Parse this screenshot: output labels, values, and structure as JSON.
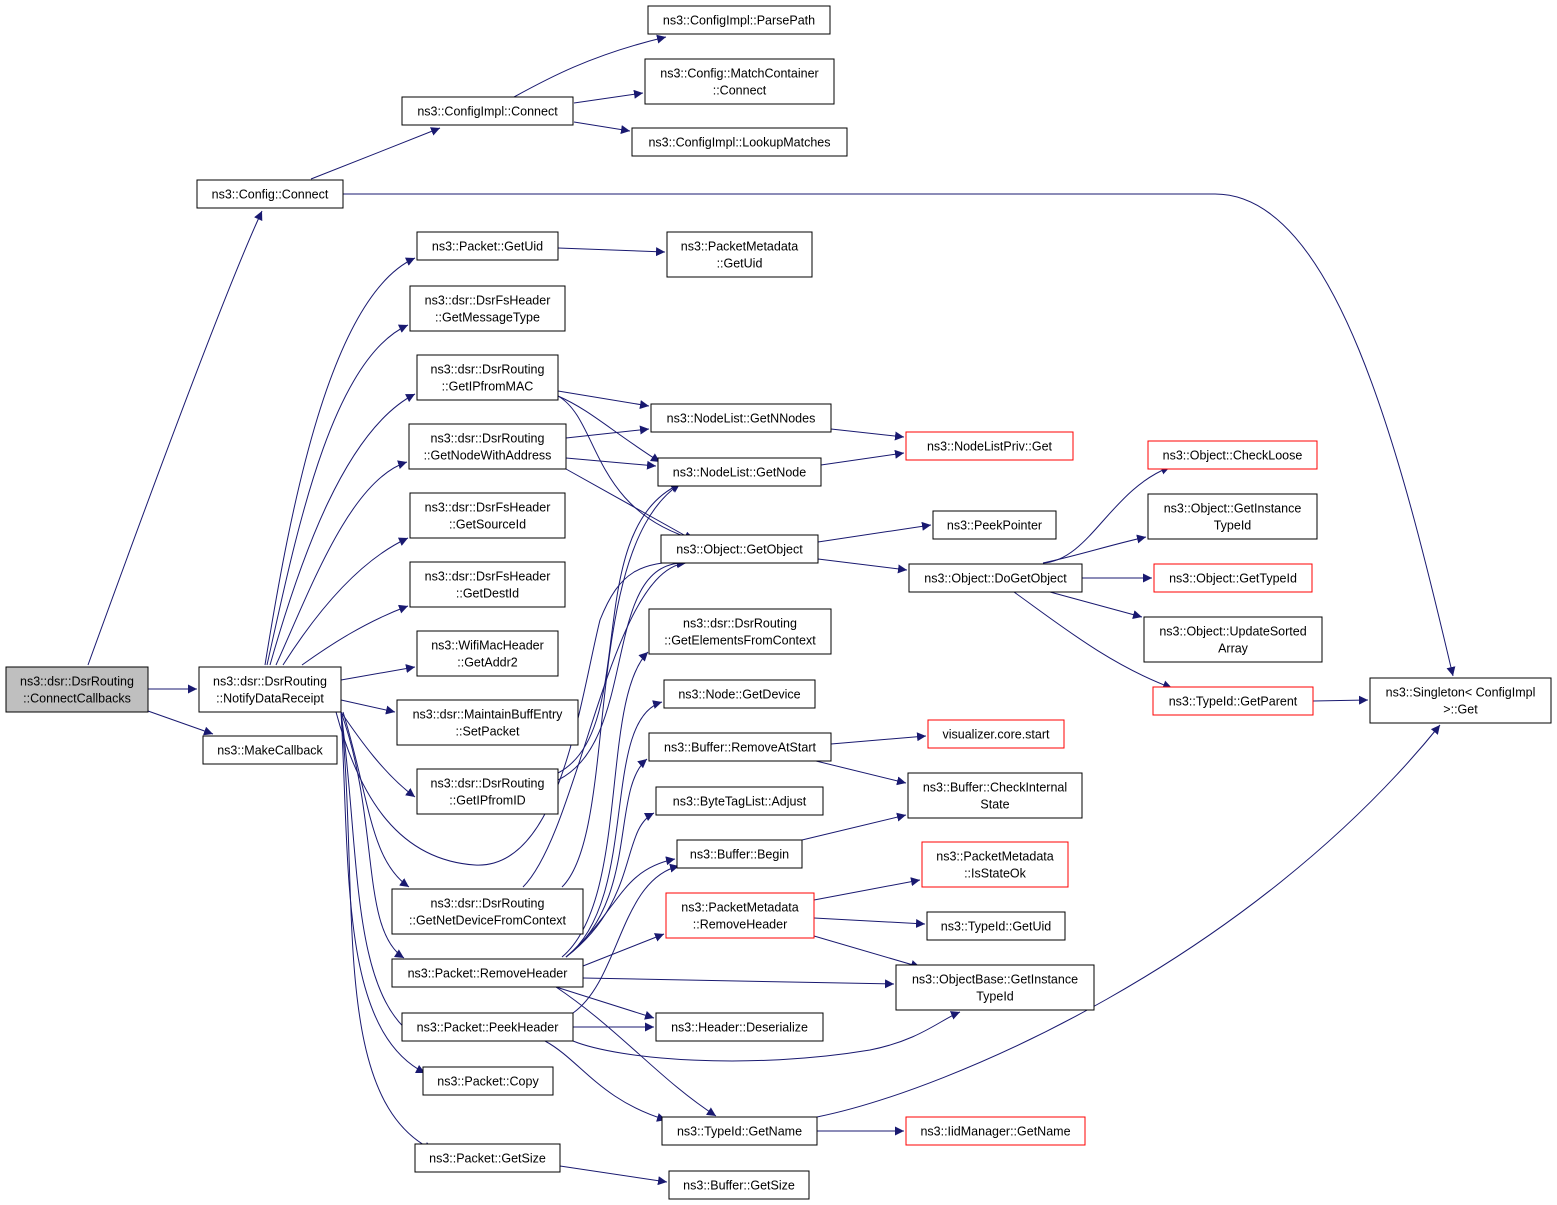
{
  "colors": {
    "edge": "#191970",
    "border_normal": "#000000",
    "border_truncated": "#ff0000",
    "root_fill": "#bfbfbf",
    "node_fill": "#ffffff",
    "background": "#ffffff"
  },
  "nodes": {
    "root": {
      "lines": [
        "ns3::dsr::DsrRouting",
        "::ConnectCallbacks"
      ],
      "type": "root"
    },
    "cfg_connect": {
      "lines": [
        "ns3::Config::Connect"
      ],
      "type": "normal"
    },
    "notify": {
      "lines": [
        "ns3::dsr::DsrRouting",
        "::NotifyDataReceipt"
      ],
      "type": "normal"
    },
    "makecb": {
      "lines": [
        "ns3::MakeCallback"
      ],
      "type": "normal"
    },
    "cfgimpl_connect": {
      "lines": [
        "ns3::ConfigImpl::Connect"
      ],
      "type": "normal"
    },
    "parsepath": {
      "lines": [
        "ns3::ConfigImpl::ParsePath"
      ],
      "type": "normal"
    },
    "match_connect": {
      "lines": [
        "ns3::Config::MatchContainer",
        "::Connect"
      ],
      "type": "normal"
    },
    "lookup": {
      "lines": [
        "ns3::ConfigImpl::LookupMatches"
      ],
      "type": "normal"
    },
    "pkt_getuid": {
      "lines": [
        "ns3::Packet::GetUid"
      ],
      "type": "normal"
    },
    "pm_getuid": {
      "lines": [
        "ns3::PacketMetadata",
        "::GetUid"
      ],
      "type": "normal"
    },
    "fs_msgtype": {
      "lines": [
        "ns3::dsr::DsrFsHeader",
        "::GetMessageType"
      ],
      "type": "normal"
    },
    "ipfrommac": {
      "lines": [
        "ns3::dsr::DsrRouting",
        "::GetIPfromMAC"
      ],
      "type": "normal"
    },
    "nodewithaddr": {
      "lines": [
        "ns3::dsr::DsrRouting",
        "::GetNodeWithAddress"
      ],
      "type": "normal"
    },
    "fs_srcid": {
      "lines": [
        "ns3::dsr::DsrFsHeader",
        "::GetSourceId"
      ],
      "type": "normal"
    },
    "fs_destid": {
      "lines": [
        "ns3::dsr::DsrFsHeader",
        "::GetDestId"
      ],
      "type": "normal"
    },
    "wifi_addr2": {
      "lines": [
        "ns3::WifiMacHeader",
        "::GetAddr2"
      ],
      "type": "normal"
    },
    "mbe_setpacket": {
      "lines": [
        "ns3::dsr::MaintainBuffEntry",
        "::SetPacket"
      ],
      "type": "normal"
    },
    "ipfromid": {
      "lines": [
        "ns3::dsr::DsrRouting",
        "::GetIPfromID"
      ],
      "type": "normal"
    },
    "netdevctx": {
      "lines": [
        "ns3::dsr::DsrRouting",
        "::GetNetDeviceFromContext"
      ],
      "type": "normal"
    },
    "pkt_rmheader": {
      "lines": [
        "ns3::Packet::RemoveHeader"
      ],
      "type": "normal"
    },
    "pkt_peekheader": {
      "lines": [
        "ns3::Packet::PeekHeader"
      ],
      "type": "normal"
    },
    "pkt_copy": {
      "lines": [
        "ns3::Packet::Copy"
      ],
      "type": "normal"
    },
    "pkt_getsize": {
      "lines": [
        "ns3::Packet::GetSize"
      ],
      "type": "normal"
    },
    "nl_getnnodes": {
      "lines": [
        "ns3::NodeList::GetNNodes"
      ],
      "type": "normal"
    },
    "nl_getnode": {
      "lines": [
        "ns3::NodeList::GetNode"
      ],
      "type": "normal"
    },
    "obj_getobject": {
      "lines": [
        "ns3::Object::GetObject"
      ],
      "type": "normal"
    },
    "elemfromctx": {
      "lines": [
        "ns3::dsr::DsrRouting",
        "::GetElementsFromContext"
      ],
      "type": "normal"
    },
    "node_getdevice": {
      "lines": [
        "ns3::Node::GetDevice"
      ],
      "type": "normal"
    },
    "buf_rmatstart": {
      "lines": [
        "ns3::Buffer::RemoveAtStart"
      ],
      "type": "normal"
    },
    "btl_adjust": {
      "lines": [
        "ns3::ByteTagList::Adjust"
      ],
      "type": "normal"
    },
    "buf_begin": {
      "lines": [
        "ns3::Buffer::Begin"
      ],
      "type": "normal"
    },
    "pm_rmheader": {
      "lines": [
        "ns3::PacketMetadata",
        "::RemoveHeader"
      ],
      "type": "truncated"
    },
    "hdr_deser": {
      "lines": [
        "ns3::Header::Deserialize"
      ],
      "type": "normal"
    },
    "tid_getname": {
      "lines": [
        "ns3::TypeId::GetName"
      ],
      "type": "normal"
    },
    "buf_getsize": {
      "lines": [
        "ns3::Buffer::GetSize"
      ],
      "type": "normal"
    },
    "nlp_get": {
      "lines": [
        "ns3::NodeListPriv::Get"
      ],
      "type": "truncated"
    },
    "peekptr": {
      "lines": [
        "ns3::PeekPointer"
      ],
      "type": "normal"
    },
    "doget": {
      "lines": [
        "ns3::Object::DoGetObject"
      ],
      "type": "normal"
    },
    "viz_start": {
      "lines": [
        "visualizer.core.start"
      ],
      "type": "truncated"
    },
    "buf_checkint": {
      "lines": [
        "ns3::Buffer::CheckInternal",
        "State"
      ],
      "type": "normal"
    },
    "pm_isstateok": {
      "lines": [
        "ns3::PacketMetadata",
        "::IsStateOk"
      ],
      "type": "truncated"
    },
    "tid_getuid": {
      "lines": [
        "ns3::TypeId::GetUid"
      ],
      "type": "normal"
    },
    "ob_getinsttid": {
      "lines": [
        "ns3::ObjectBase::GetInstance",
        "TypeId"
      ],
      "type": "normal"
    },
    "iid_getname": {
      "lines": [
        "ns3::IidManager::GetName"
      ],
      "type": "truncated"
    },
    "obj_checkloose": {
      "lines": [
        "ns3::Object::CheckLoose"
      ],
      "type": "truncated"
    },
    "obj_getinsttid": {
      "lines": [
        "ns3::Object::GetInstance",
        "TypeId"
      ],
      "type": "normal"
    },
    "obj_gettypeid": {
      "lines": [
        "ns3::Object::GetTypeId"
      ],
      "type": "truncated"
    },
    "obj_updsorted": {
      "lines": [
        "ns3::Object::UpdateSorted",
        "Array"
      ],
      "type": "normal"
    },
    "tid_getparent": {
      "lines": [
        "ns3::TypeId::GetParent"
      ],
      "type": "truncated"
    },
    "singleton_get": {
      "lines": [
        "ns3::Singleton< ConfigImpl",
        ">::Get"
      ],
      "type": "normal"
    }
  }
}
